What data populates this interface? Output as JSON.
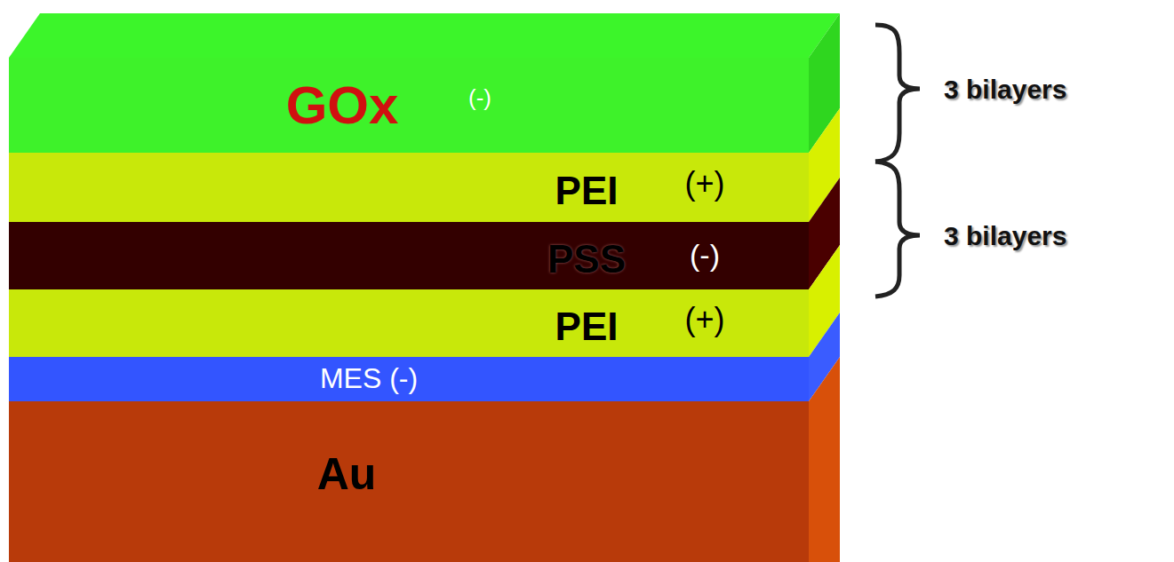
{
  "diagram": {
    "nodes": [
      {
        "text": [
          "GOx",
          "(-)"
        ]
      },
      {
        "text": [
          "PEI",
          "(+)"
        ]
      },
      {
        "text": [
          "PSS",
          "(-)"
        ]
      },
      {
        "text": [
          "PEI",
          "(+)"
        ]
      },
      {
        "text": [
          "MES (-)"
        ]
      },
      {
        "text": [
          "Au"
        ]
      }
    ],
    "labels": [
      "3 bilayers",
      "3 bilayers"
    ]
  }
}
